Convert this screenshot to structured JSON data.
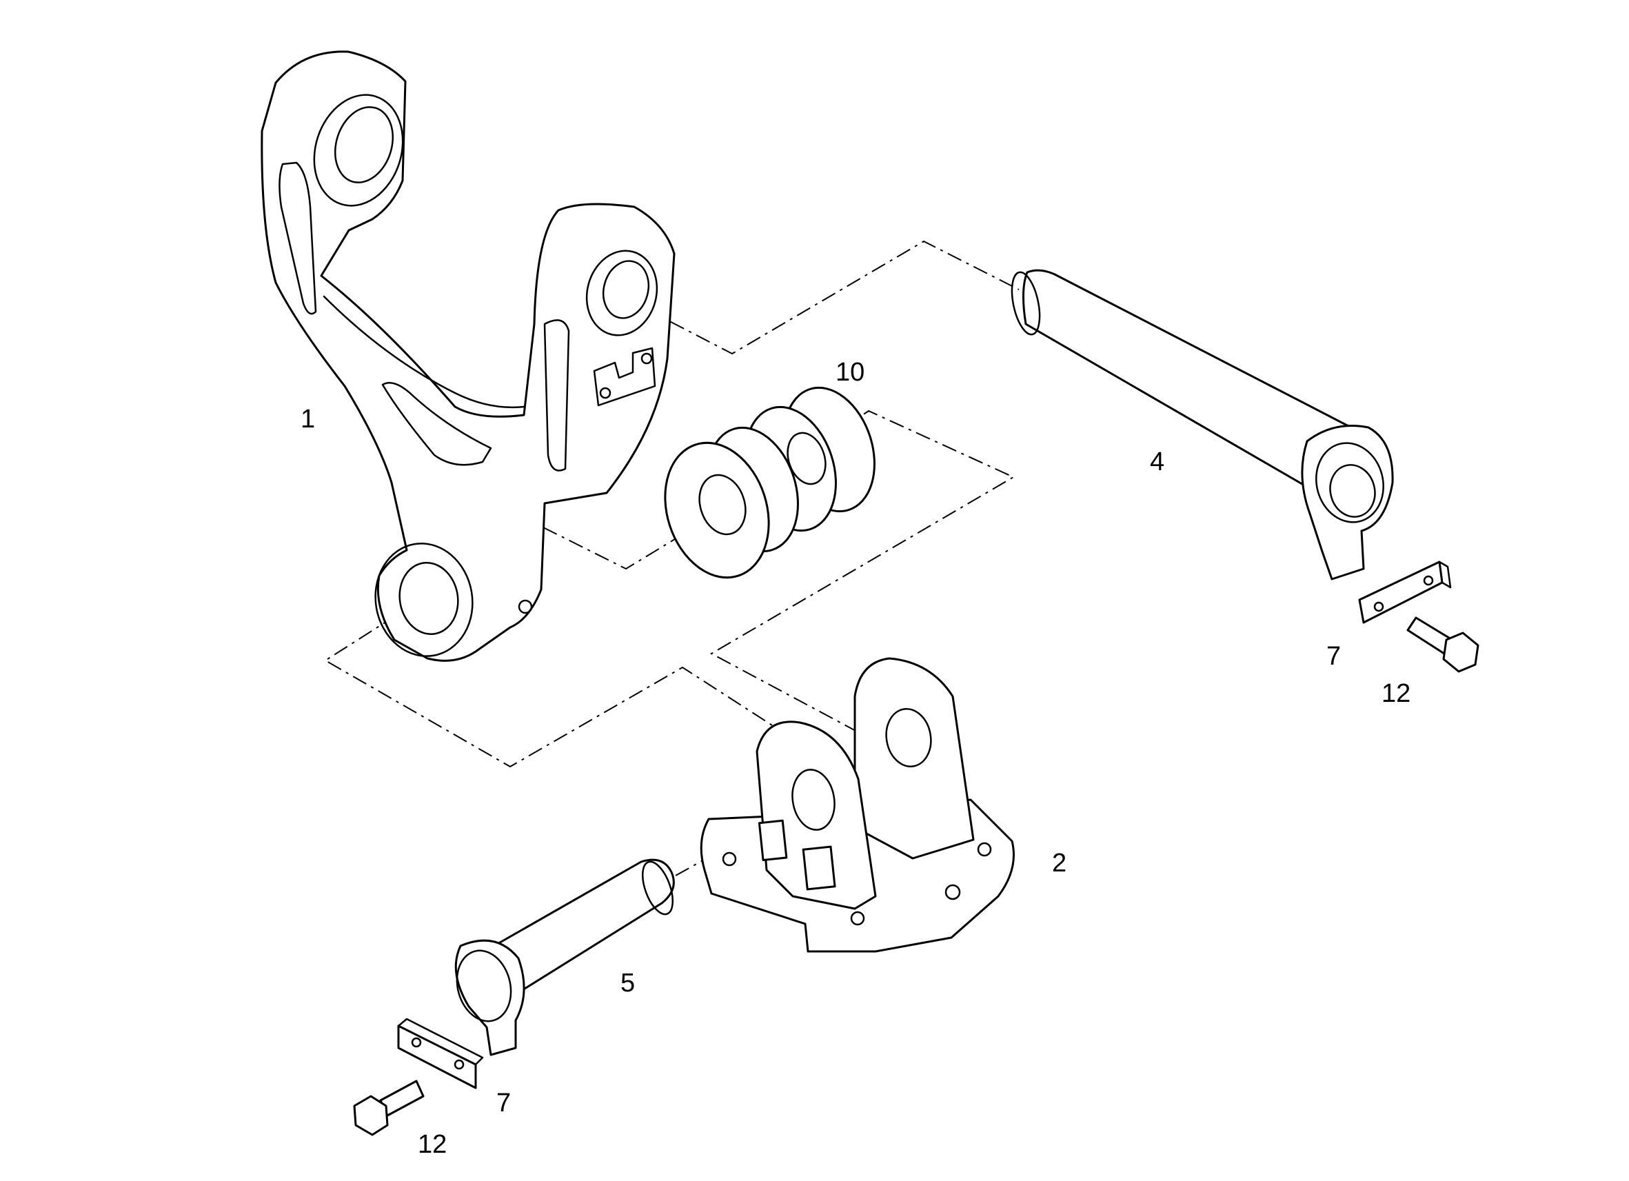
{
  "diagram": {
    "callouts": {
      "c1": "1",
      "c2": "2",
      "c4": "4",
      "c5": "5",
      "c7a": "7",
      "c7b": "7",
      "c10": "10",
      "c12a": "12",
      "c12b": "12"
    },
    "line_color": "#000000",
    "background_color": "#ffffff"
  }
}
